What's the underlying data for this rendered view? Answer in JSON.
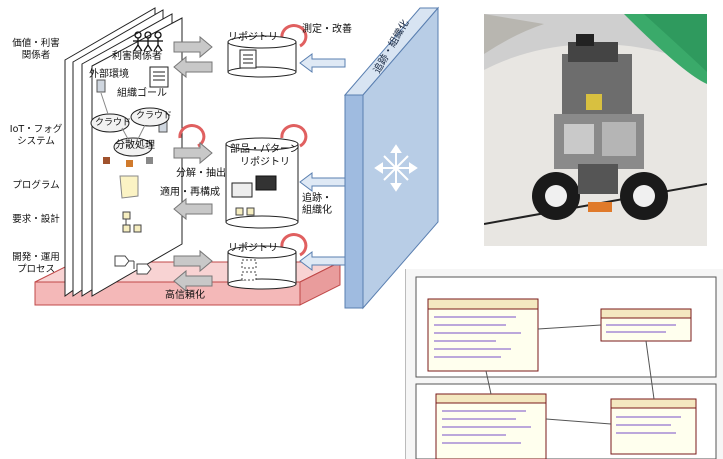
{
  "side_labels": {
    "stakeholder": "価値・利害\n関係者",
    "iot": "IoT・フォグ\nシステム",
    "program": "プログラム",
    "requirements": "要求・設計",
    "dev_process": "開発・運用\nプロセス"
  },
  "diagram": {
    "stakeholders": "利害関係者",
    "external_env": "外部環境",
    "org_goal": "組織ゴール",
    "cloud1": "クラウド",
    "cloud2": "クラウド",
    "distributed": "分散処理",
    "repo_top": "リポジトリ",
    "measure_improve": "測定・改善",
    "parts_repo_line1": "部品・パターン",
    "parts_repo_line2": "リポジトリ",
    "decompose": "分解・抽出",
    "apply": "適用・再構成",
    "trace_org_side": "追跡・\n組織化",
    "repo_bottom": "リポジトリ",
    "trace_org_wall": "追跡・組織化",
    "reliability": "高信頼化"
  },
  "photos": {
    "robot": "robot-photo",
    "uml": "uml-class-diagram-photo"
  },
  "colors": {
    "wall": "#b8cde6",
    "wall_edge": "#5a7fb0",
    "base": "#f4b8b8",
    "base_edge": "#c04848",
    "arrow_gray": "#9a9a9a",
    "arrow_blue": "#8fb3dc",
    "cycle_red": "#e06060"
  }
}
